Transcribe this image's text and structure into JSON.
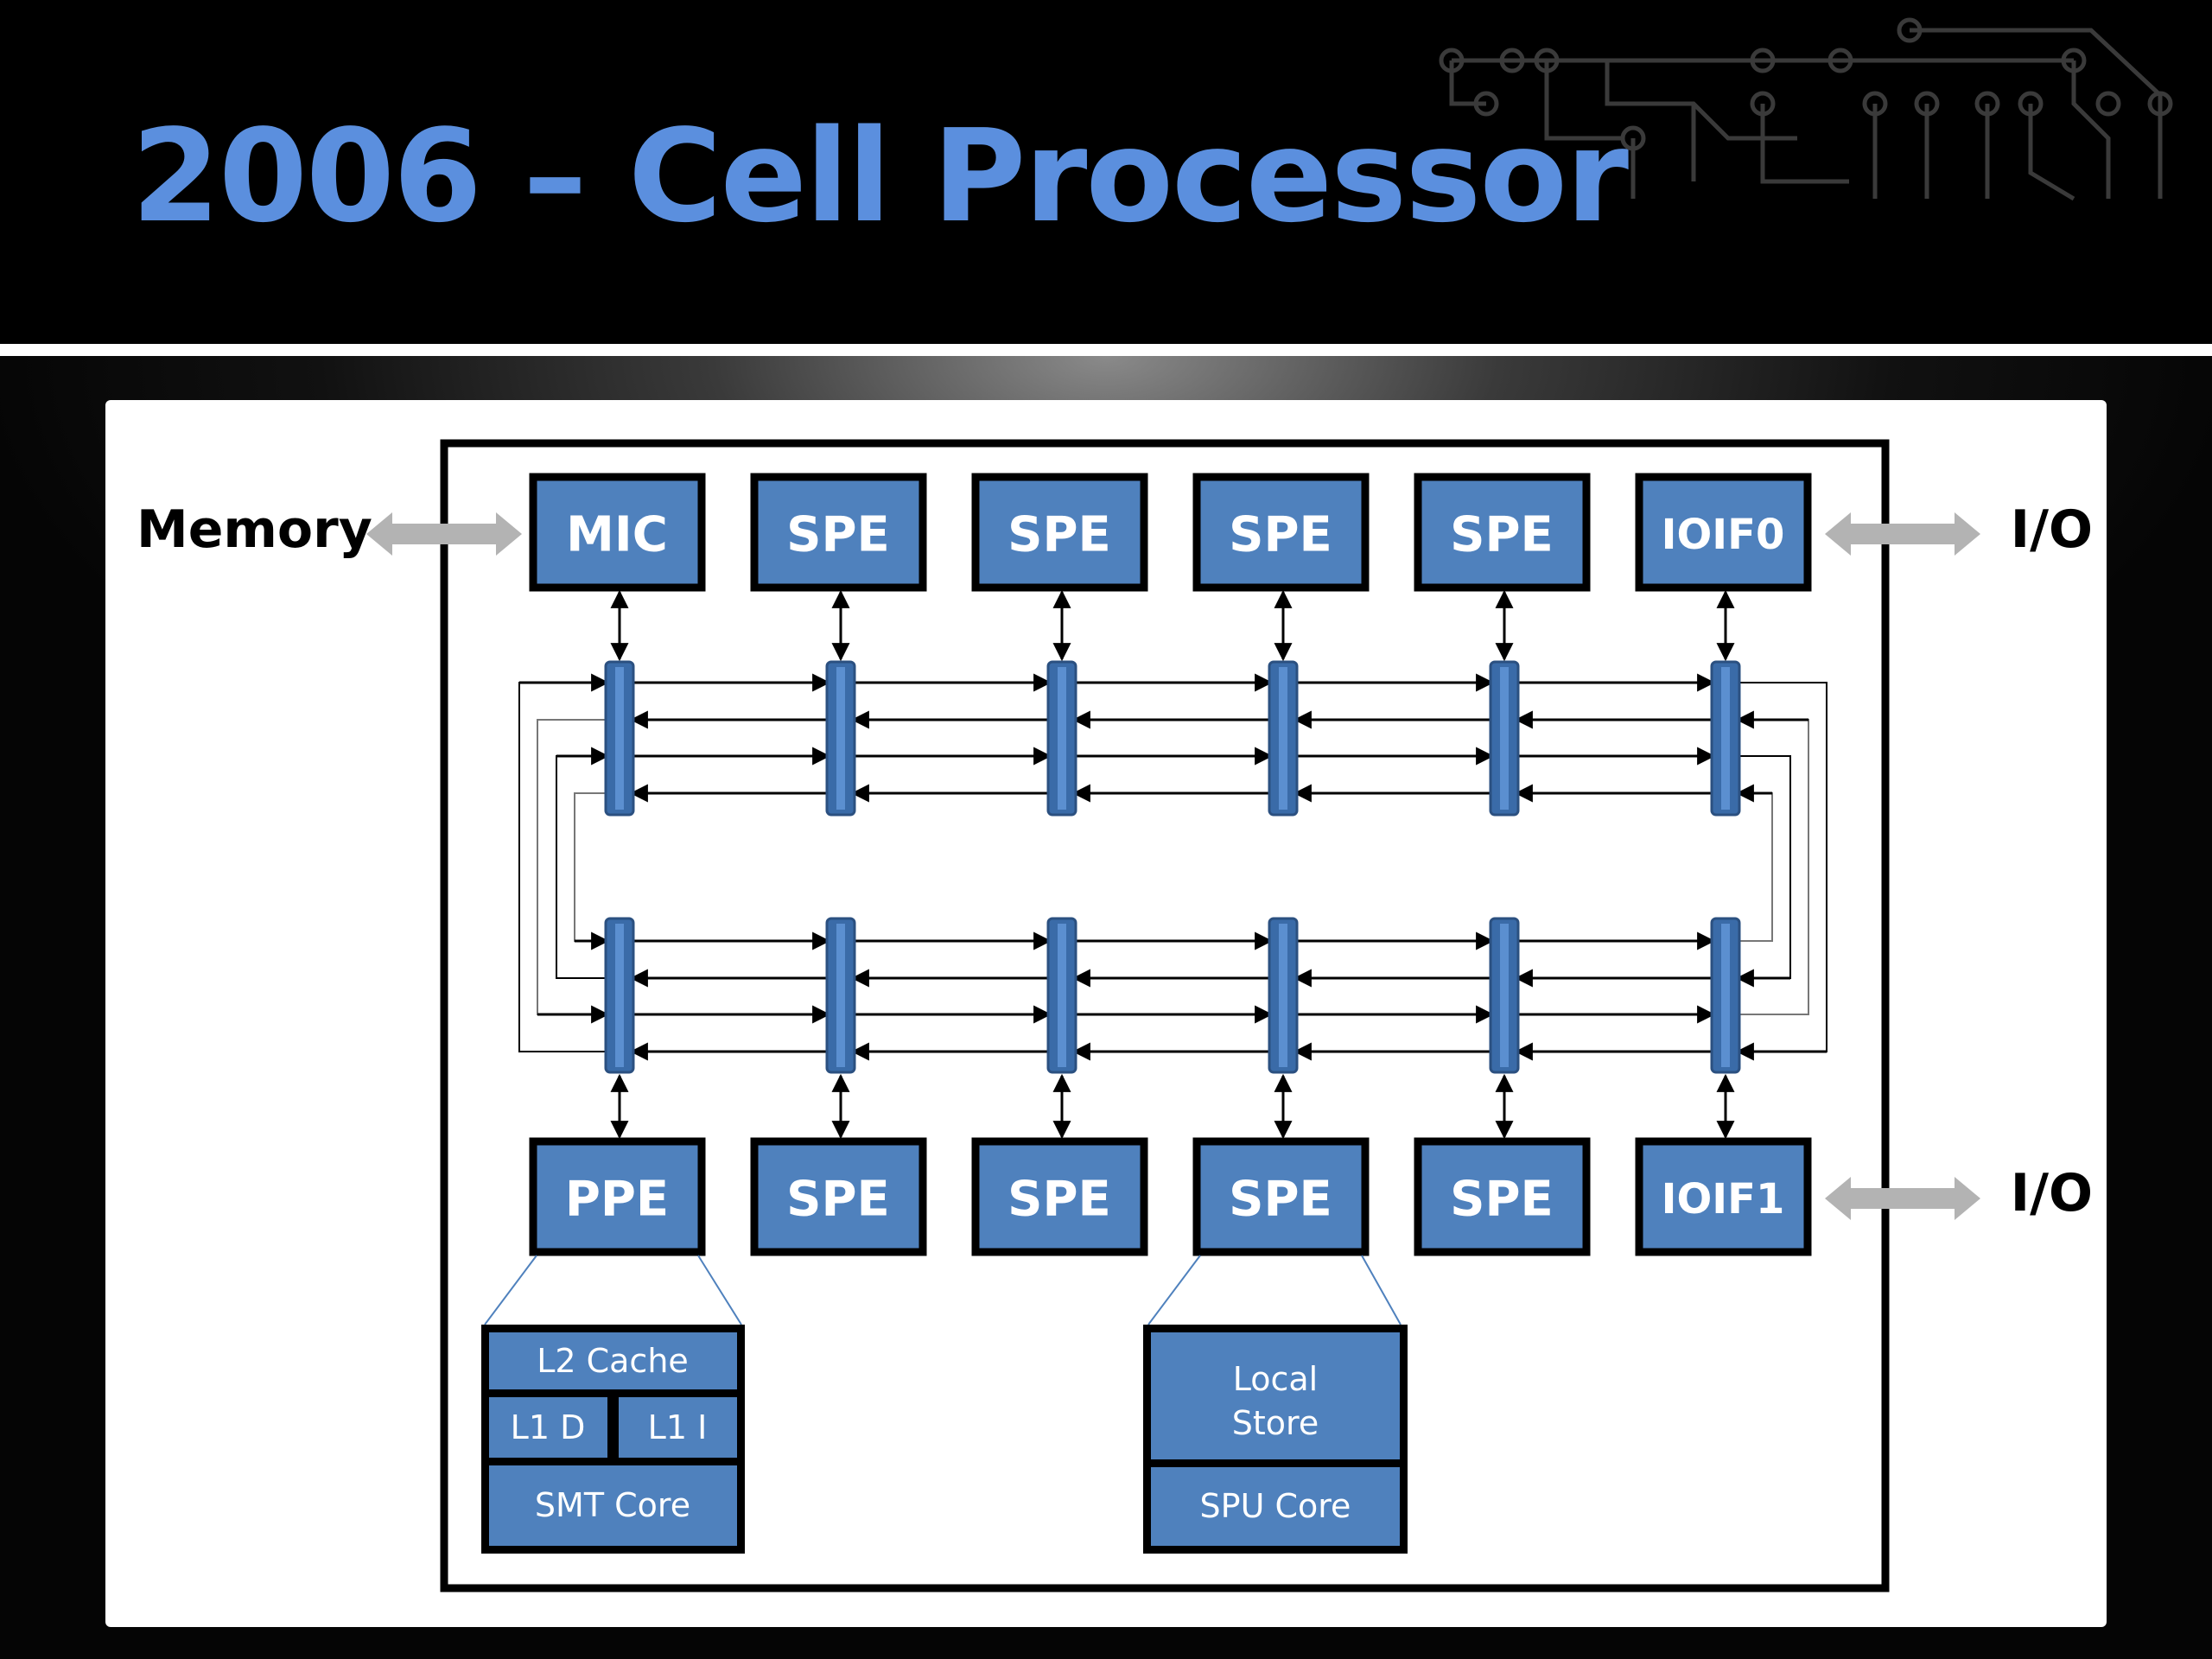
{
  "slide": {
    "title": "2006 – Cell Processor"
  },
  "colors": {
    "accent": "#5b8fde",
    "unit_fill": "#4f81bd",
    "bus_fill": "#3a6ba8",
    "arrow_gray": "#b3b3b3"
  },
  "diagram": {
    "top_units": [
      "MIC",
      "SPE",
      "SPE",
      "SPE",
      "SPE",
      "IOIF0"
    ],
    "bottom_units": [
      "PPE",
      "SPE",
      "SPE",
      "SPE",
      "SPE",
      "IOIF1"
    ],
    "external": {
      "memory": "Memory",
      "io_top": "I/O",
      "io_bottom": "I/O"
    },
    "ppe_detail": {
      "l2": "L2 Cache",
      "l1d": "L1 D",
      "l1i": "L1 I",
      "core": "SMT Core"
    },
    "spe_detail": {
      "local_store_line1": "Local",
      "local_store_line2": "Store",
      "core": "SPU Core"
    }
  },
  "decor": {
    "icon": "circuit-traces-icon"
  }
}
